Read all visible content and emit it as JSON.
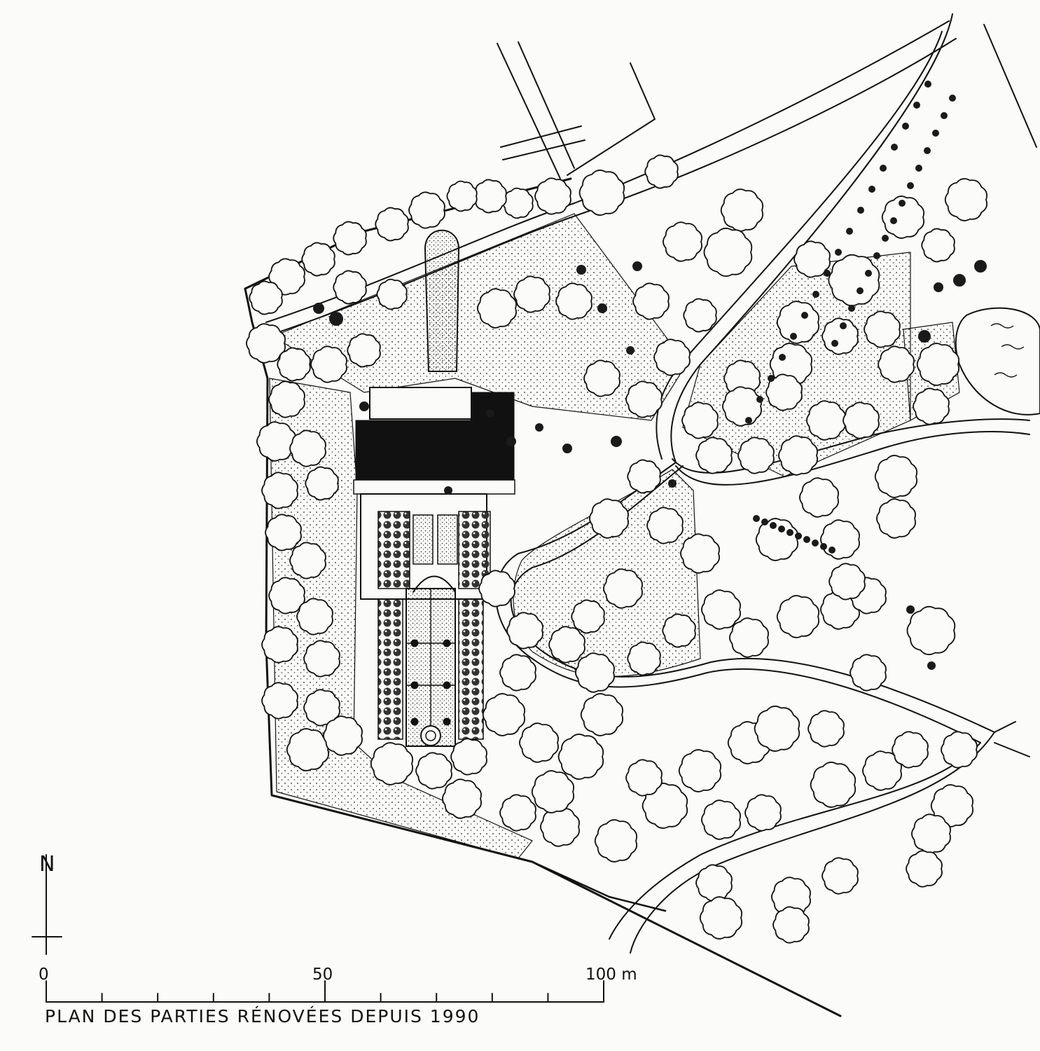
{
  "caption": "PLAN DES PARTIES RÉNOVÉES DEPUIS 1990",
  "north_label": "N",
  "scale_bar": {
    "labels": [
      "0",
      "50",
      "100 m"
    ],
    "max_value": 100,
    "unit": "m",
    "minor_divisions": 10
  },
  "legend_items": [],
  "colors": {
    "ink": "#111111",
    "paper": "#fbfbf9"
  }
}
